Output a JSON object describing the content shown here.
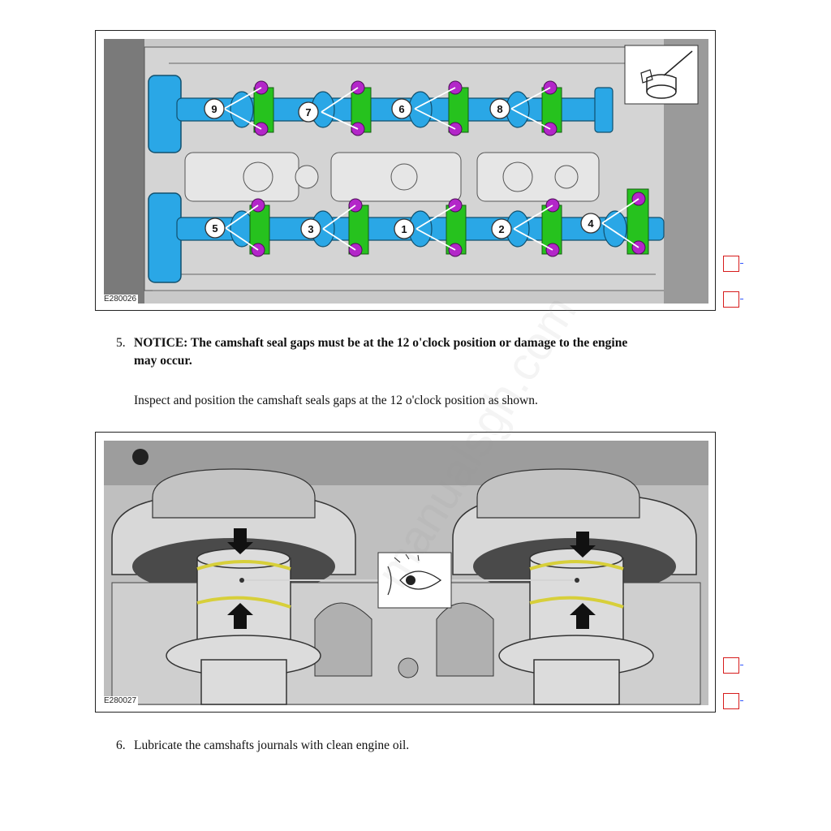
{
  "figures": [
    {
      "id": "E280026",
      "callouts": {
        "top": [
          "9",
          "7",
          "6",
          "8"
        ],
        "bottom": [
          "5",
          "3",
          "1",
          "2",
          "4"
        ]
      }
    },
    {
      "id": "E280027"
    }
  ],
  "steps": [
    {
      "number": "5.",
      "notice_line1": "NOTICE: The camshaft seal gaps must be at the 12 o'clock position or damage to the engine",
      "notice_line2": "may occur.",
      "text": "Inspect and position the camshaft seals gaps at the 12 o'clock position as shown."
    },
    {
      "number": "6.",
      "text": "Lubricate the camshafts journals with clean engine oil."
    }
  ],
  "watermark": "manualsgh.com",
  "colors": {
    "camshaft": "#2aa7e6",
    "cap": "#26c21e",
    "bolt": "#b326c9",
    "marker": "#d61c1c",
    "seal": "#d7cf3a"
  }
}
